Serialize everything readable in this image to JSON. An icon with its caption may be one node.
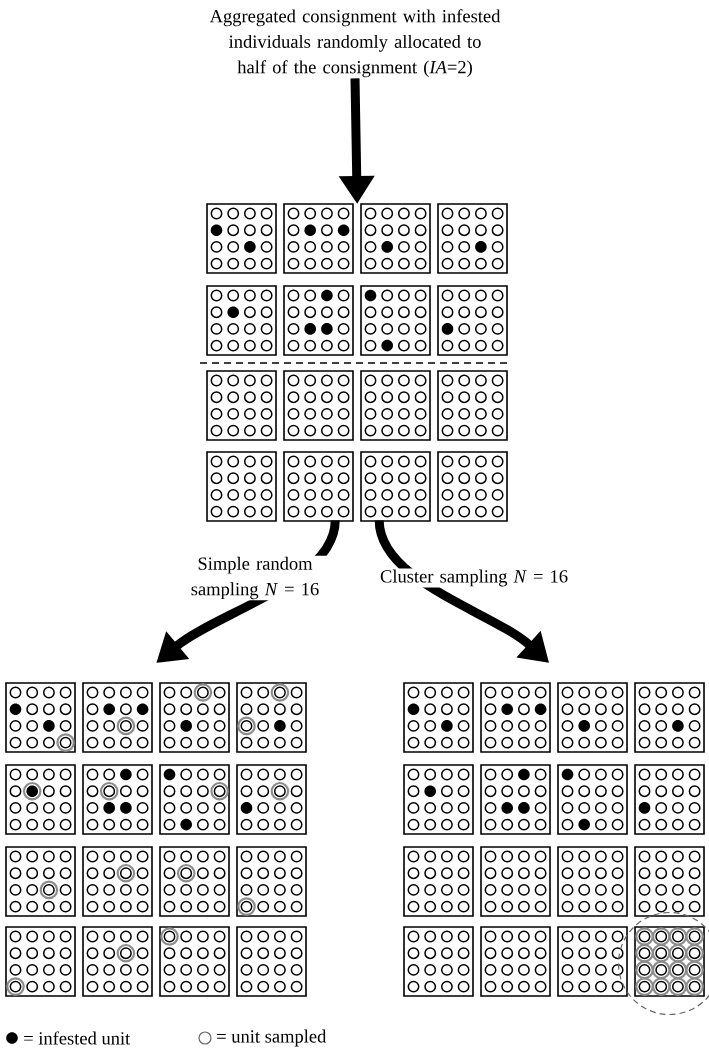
{
  "diagram": {
    "nodes": [
      {
        "text": [
          "Aggregated consignment with infested individuals randomly allocated to half of the consignment (*IA*=2)"
        ]
      },
      {
        "text": [],
        "shape": "grid"
      },
      {
        "text": [],
        "shape": "grid"
      },
      {
        "text": [],
        "shape": "grid"
      }
    ],
    "edges": [
      {
        "from": 0,
        "to": 1,
        "arrow": "to"
      },
      {
        "from": 1,
        "to": 2,
        "arrow": "to",
        "label": "Simple random sampling *N* = 16"
      },
      {
        "from": 1,
        "to": 3,
        "arrow": "to",
        "label": "Cluster sampling *N* = 16"
      }
    ],
    "legend": [
      {
        "text": "= infested unit"
      },
      {
        "text": "= unit sampled"
      }
    ]
  }
}
